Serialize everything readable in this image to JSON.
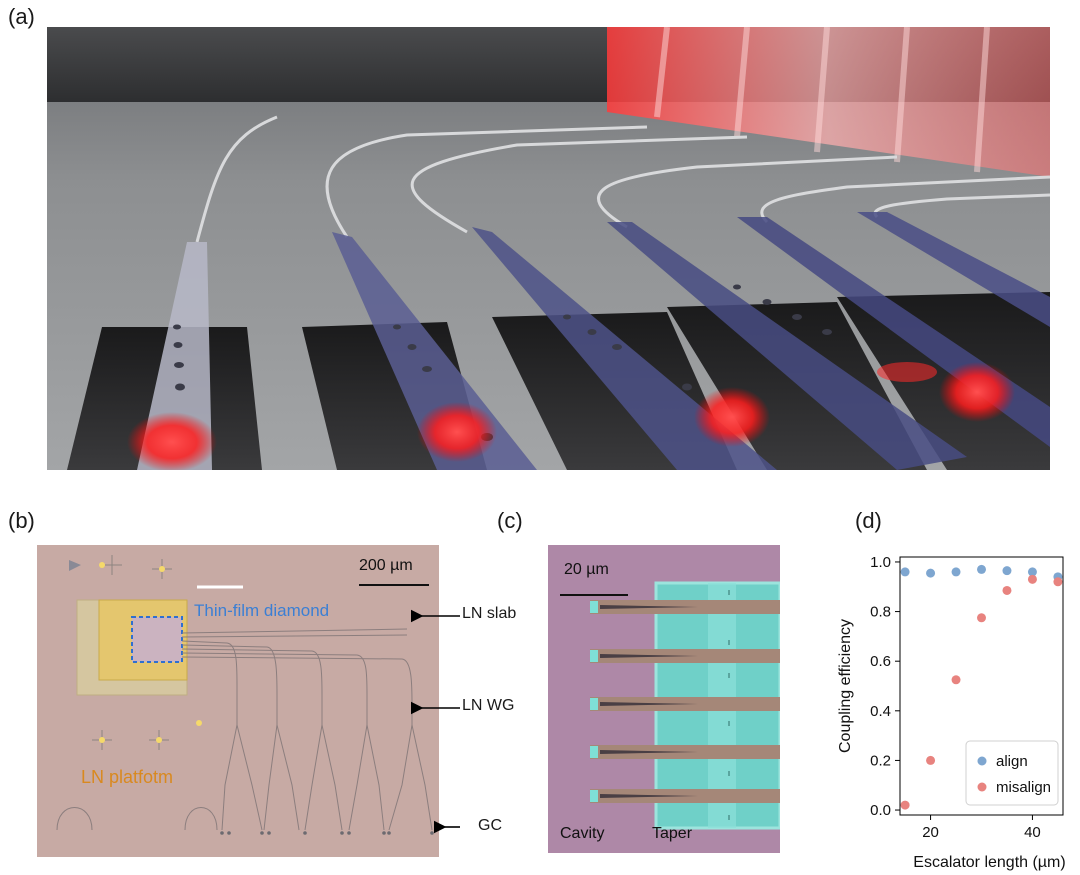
{
  "panels": {
    "a": {
      "label": "(a)"
    },
    "b": {
      "label": "(b)",
      "scale_bar": "200 µm",
      "diamond_label": "Thin-film diamond",
      "platform_label": "LN platfotm",
      "callouts": [
        "LN slab",
        "LN WG",
        "GC"
      ]
    },
    "c": {
      "label": "(c)",
      "scale_bar": "20 µm",
      "cavity_label": "Cavity",
      "taper_label": "Taper"
    },
    "d": {
      "label": "(d)"
    }
  },
  "colors": {
    "align": "#7ea6d0",
    "misalign": "#e8837f",
    "diamond_text": "#3b7fd4",
    "platform_text": "#d9891f",
    "glow": "#ff2a2a"
  },
  "chart_data": {
    "type": "scatter",
    "xlabel": "Escalator length (µm)",
    "ylabel": "Coupling efficiency",
    "xlim": [
      14,
      46
    ],
    "ylim": [
      -0.02,
      1.02
    ],
    "xticks": [
      "20",
      "40"
    ],
    "yticks": [
      "0.0",
      "0.2",
      "0.4",
      "0.6",
      "0.8",
      "1.0"
    ],
    "legend_position": "bottom-right",
    "grid": false,
    "series": [
      {
        "name": "align",
        "x": [
          15,
          20,
          25,
          30,
          35,
          40,
          45
        ],
        "y": [
          0.96,
          0.955,
          0.96,
          0.97,
          0.965,
          0.96,
          0.94
        ]
      },
      {
        "name": "misalign",
        "x": [
          15,
          20,
          25,
          30,
          35,
          40,
          45
        ],
        "y": [
          0.02,
          0.2,
          0.525,
          0.775,
          0.885,
          0.93,
          0.92
        ]
      }
    ]
  }
}
